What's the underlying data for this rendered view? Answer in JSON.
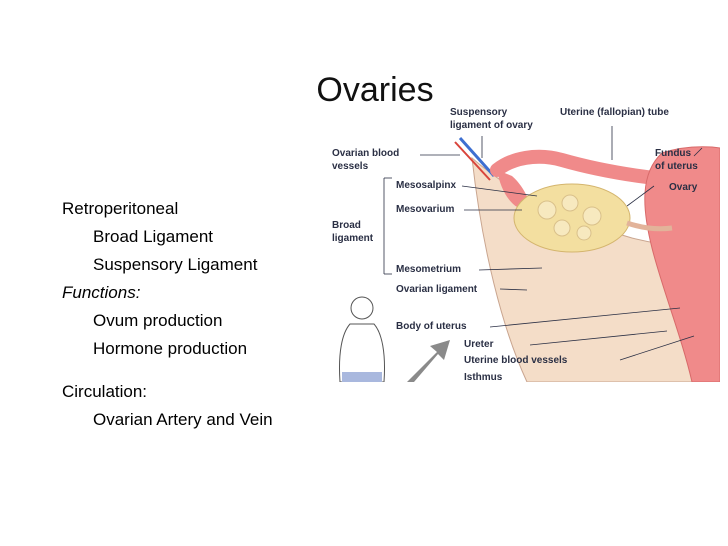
{
  "slide": {
    "title": "Ovaries"
  },
  "body": {
    "retroperitoneal": "Retroperitoneal",
    "broad_ligament": "Broad Ligament",
    "suspensory_ligament": "Suspensory Ligament",
    "functions_heading": "Functions:",
    "ovum_production": "Ovum production",
    "hormone_production": "Hormone production",
    "circulation_heading": "Circulation:",
    "ovarian_artery_vein": "Ovarian Artery and Vein"
  },
  "figure": {
    "labels": {
      "suspensory_ligament_line1": "Suspensory",
      "suspensory_ligament_line2": "ligament of ovary",
      "uterine_tube": "Uterine (fallopian) tube",
      "ovarian_vessels_line1": "Ovarian blood",
      "ovarian_vessels_line2": "vessels",
      "fundus_line1": "Fundus",
      "fundus_line2": "of uterus",
      "ovary": "Ovary",
      "mesosalpinx": "Mesosalpinx",
      "mesovarium": "Mesovarium",
      "broad_ligament_line1": "Broad",
      "broad_ligament_line2": "ligament",
      "mesometrium": "Mesometrium",
      "ovarian_ligament": "Ovarian ligament",
      "body_of_uterus": "Body of uterus",
      "ureter": "Ureter",
      "uterine_blood_vessels": "Uterine blood vessels",
      "isthmus": "Isthmus"
    },
    "colors": {
      "uterus": "#f08a8a",
      "ligament": "#f4ddc8",
      "ovary": "#f3dfa0",
      "label_text": "#2a2f44",
      "arrow": "#8a8a8a"
    }
  }
}
